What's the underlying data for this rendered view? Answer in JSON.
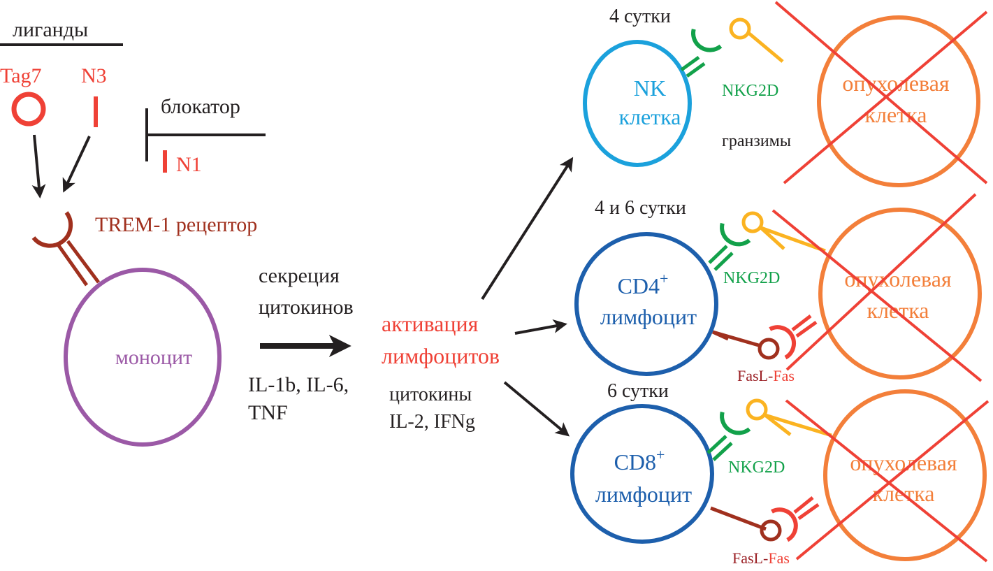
{
  "ligands": {
    "header": "лиганды",
    "tag7": "Tag7",
    "n3": "N3"
  },
  "blocker": {
    "label": "блокатор",
    "n1": "N1"
  },
  "receptor": {
    "label": "TREM-1 рецептор"
  },
  "monocyte": {
    "label": "моноцит"
  },
  "secretion": {
    "line1": "секреция",
    "line2": "цитокинов",
    "cytokines_line1": "IL-1b, IL-6,",
    "cytokines_line2": "TNF"
  },
  "activation": {
    "line1": "активация",
    "line2": "лимфоцитов",
    "cytokines_line1": "цитокины",
    "cytokines_line2": "IL-2, IFNg"
  },
  "nk_panel": {
    "days": "4 сутки",
    "cell_line1": "NK",
    "cell_line2": "клетка",
    "receptor": "NKG2D",
    "effector": "гранзимы",
    "tumor_line1": "опухолевая",
    "tumor_line2": "клетка"
  },
  "cd4_panel": {
    "days": "4 и 6 сутки",
    "cell_line1": "CD4",
    "cell_sup": "+",
    "cell_line2": "лимфоцит",
    "receptor": "NKG2D",
    "fasl": "FasL",
    "dash": "-",
    "fas": "Fas",
    "tumor_line1": "опухолевая",
    "tumor_line2": "клетка"
  },
  "cd8_panel": {
    "days": "6 сутки",
    "cell_line1": "CD8",
    "cell_sup": "+",
    "cell_line2": "лимфоцит",
    "receptor": "NKG2D",
    "fasl": "FasL",
    "dash": "-",
    "fas": "Fas",
    "tumor_line1": "опухолевая",
    "tumor_line2": "клетка"
  },
  "colors": {
    "ligand_red": "#ef4136",
    "receptor_brown": "#a0301e",
    "monocyte_purple": "#9b59a6",
    "nk_blue": "#1ba1dc",
    "lymphocyte_blue": "#1d5fac",
    "nkg2d_green": "#12a14a",
    "ligand_yellow": "#fbb321",
    "tumor_orange": "#f37f3a",
    "cross_red": "#ef4136"
  }
}
